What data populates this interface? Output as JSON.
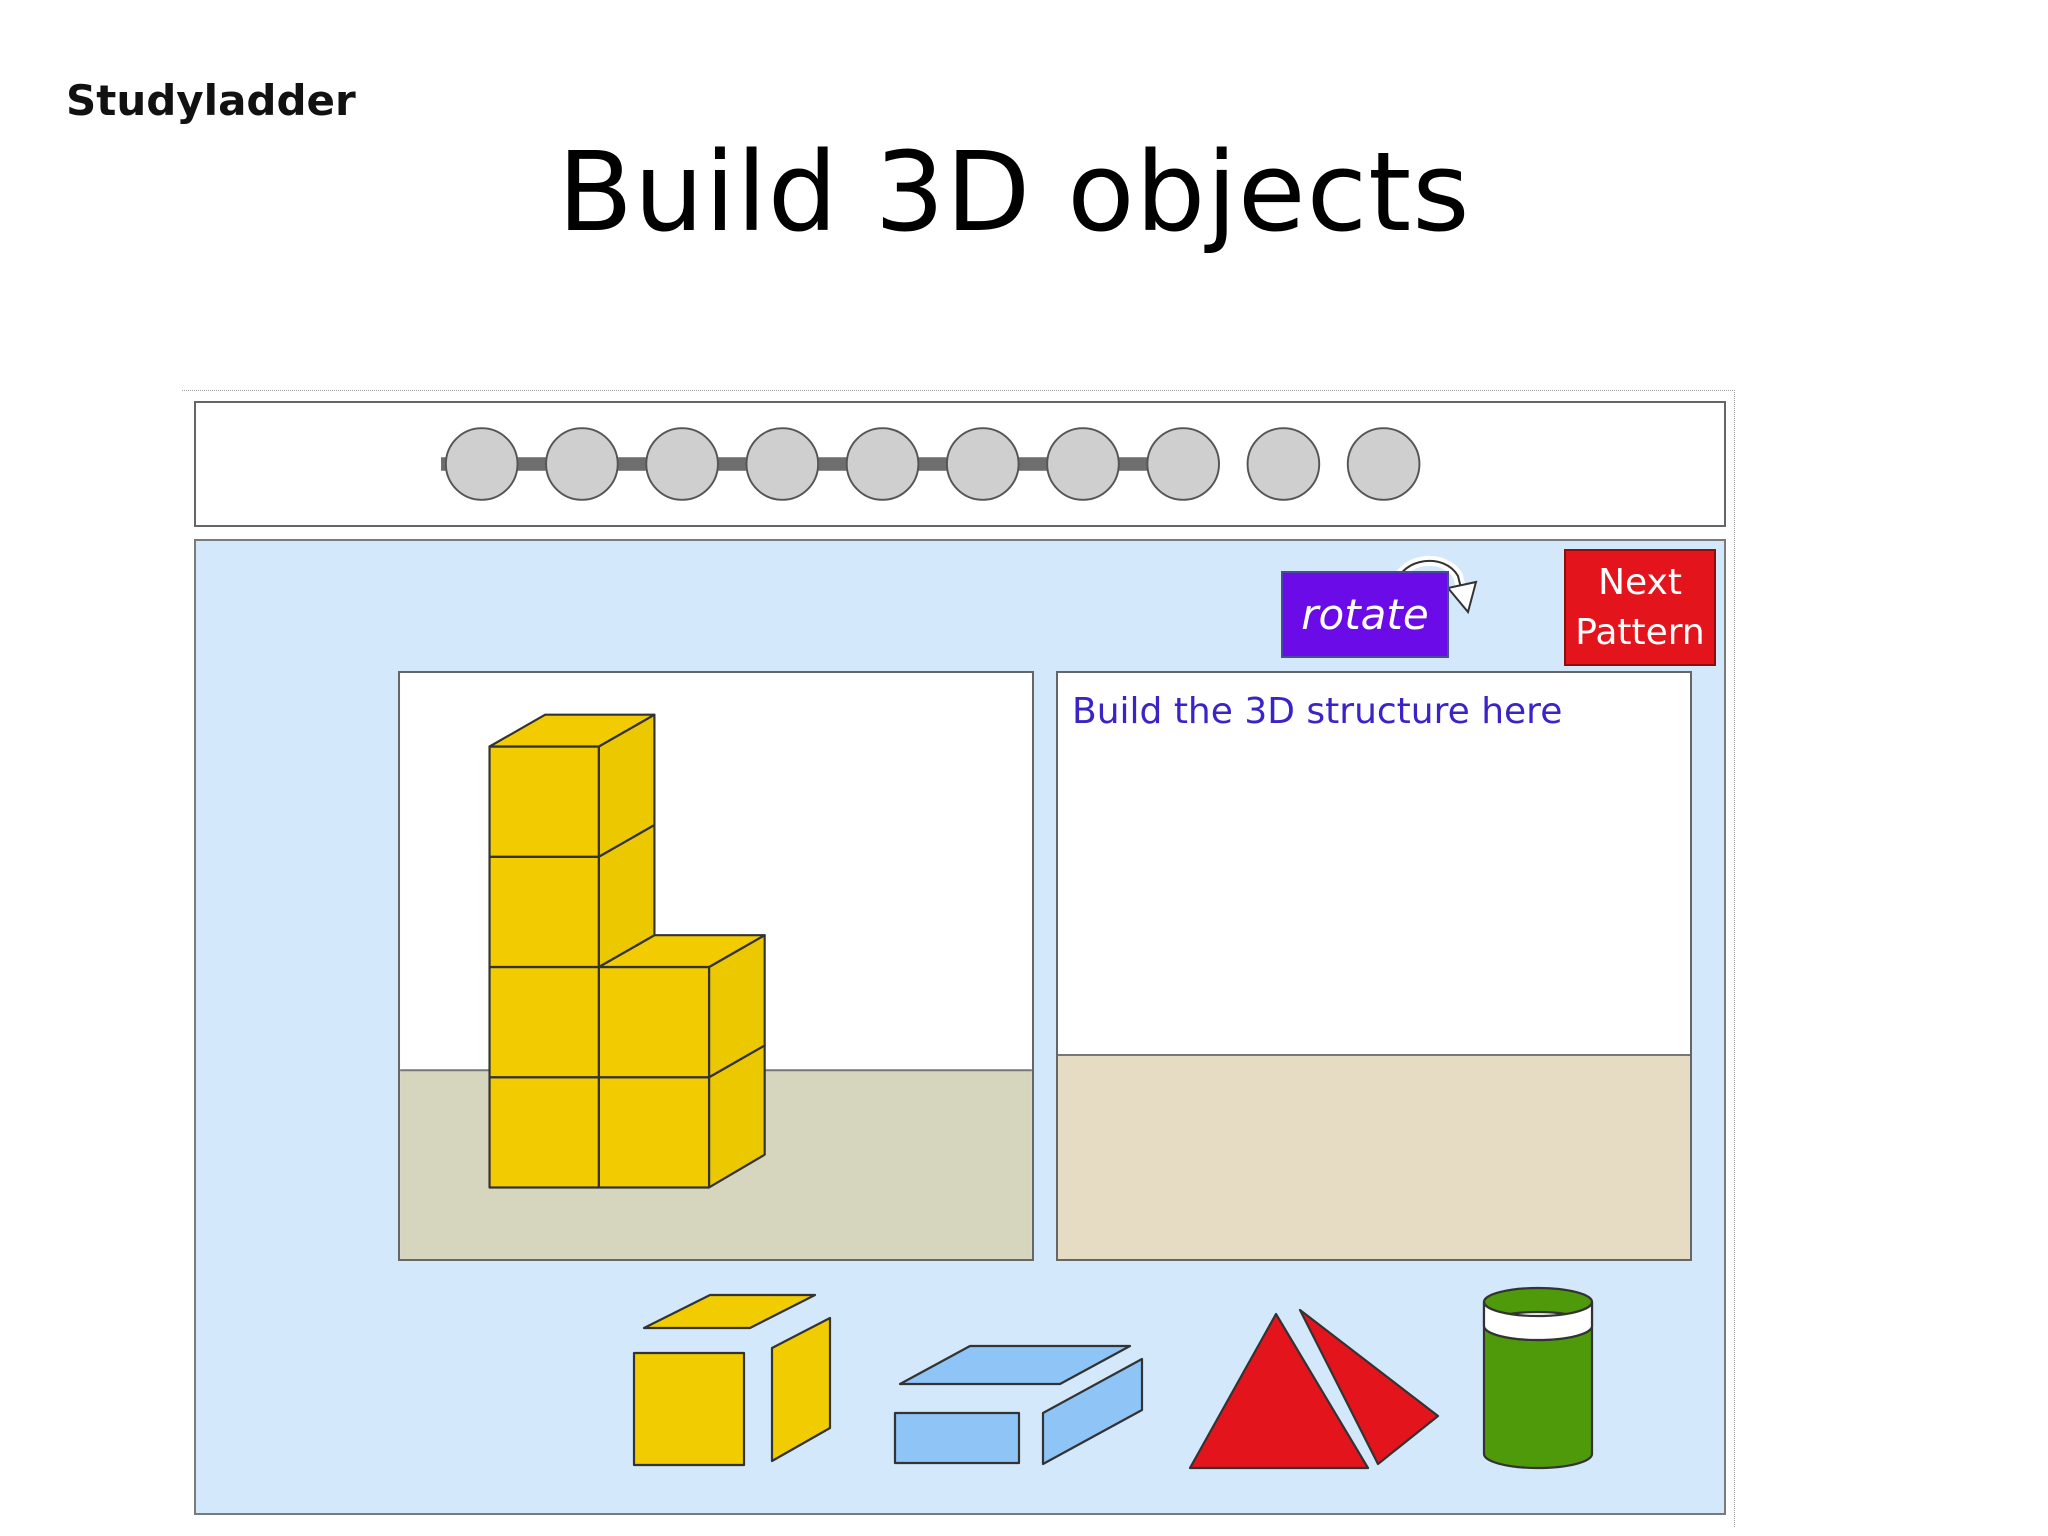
{
  "header": {
    "brand": "Studyladder",
    "title": "Build 3D objects"
  },
  "progress": {
    "step_count": 10,
    "completed": 0
  },
  "controls": {
    "rotate_label": "rotate",
    "next_label_line1": "Next",
    "next_label_line2": "Pattern"
  },
  "build_panel": {
    "hint": "Build the 3D structure here"
  },
  "pieces": [
    {
      "name": "cube",
      "color": "#f0cc00"
    },
    {
      "name": "rectangular-prism",
      "color": "#8ec4f6"
    },
    {
      "name": "triangular-pyramid",
      "color": "#e3141c"
    },
    {
      "name": "cylinder",
      "color": "#4f9a0b"
    }
  ],
  "colors": {
    "game_background": "#d3e8fb",
    "rotate_button": "#6a0be8",
    "next_button": "#e3141c",
    "cube_yellow": "#f0cc00",
    "model_floor": "#d6d6bf",
    "build_floor": "#e6dcc3"
  }
}
